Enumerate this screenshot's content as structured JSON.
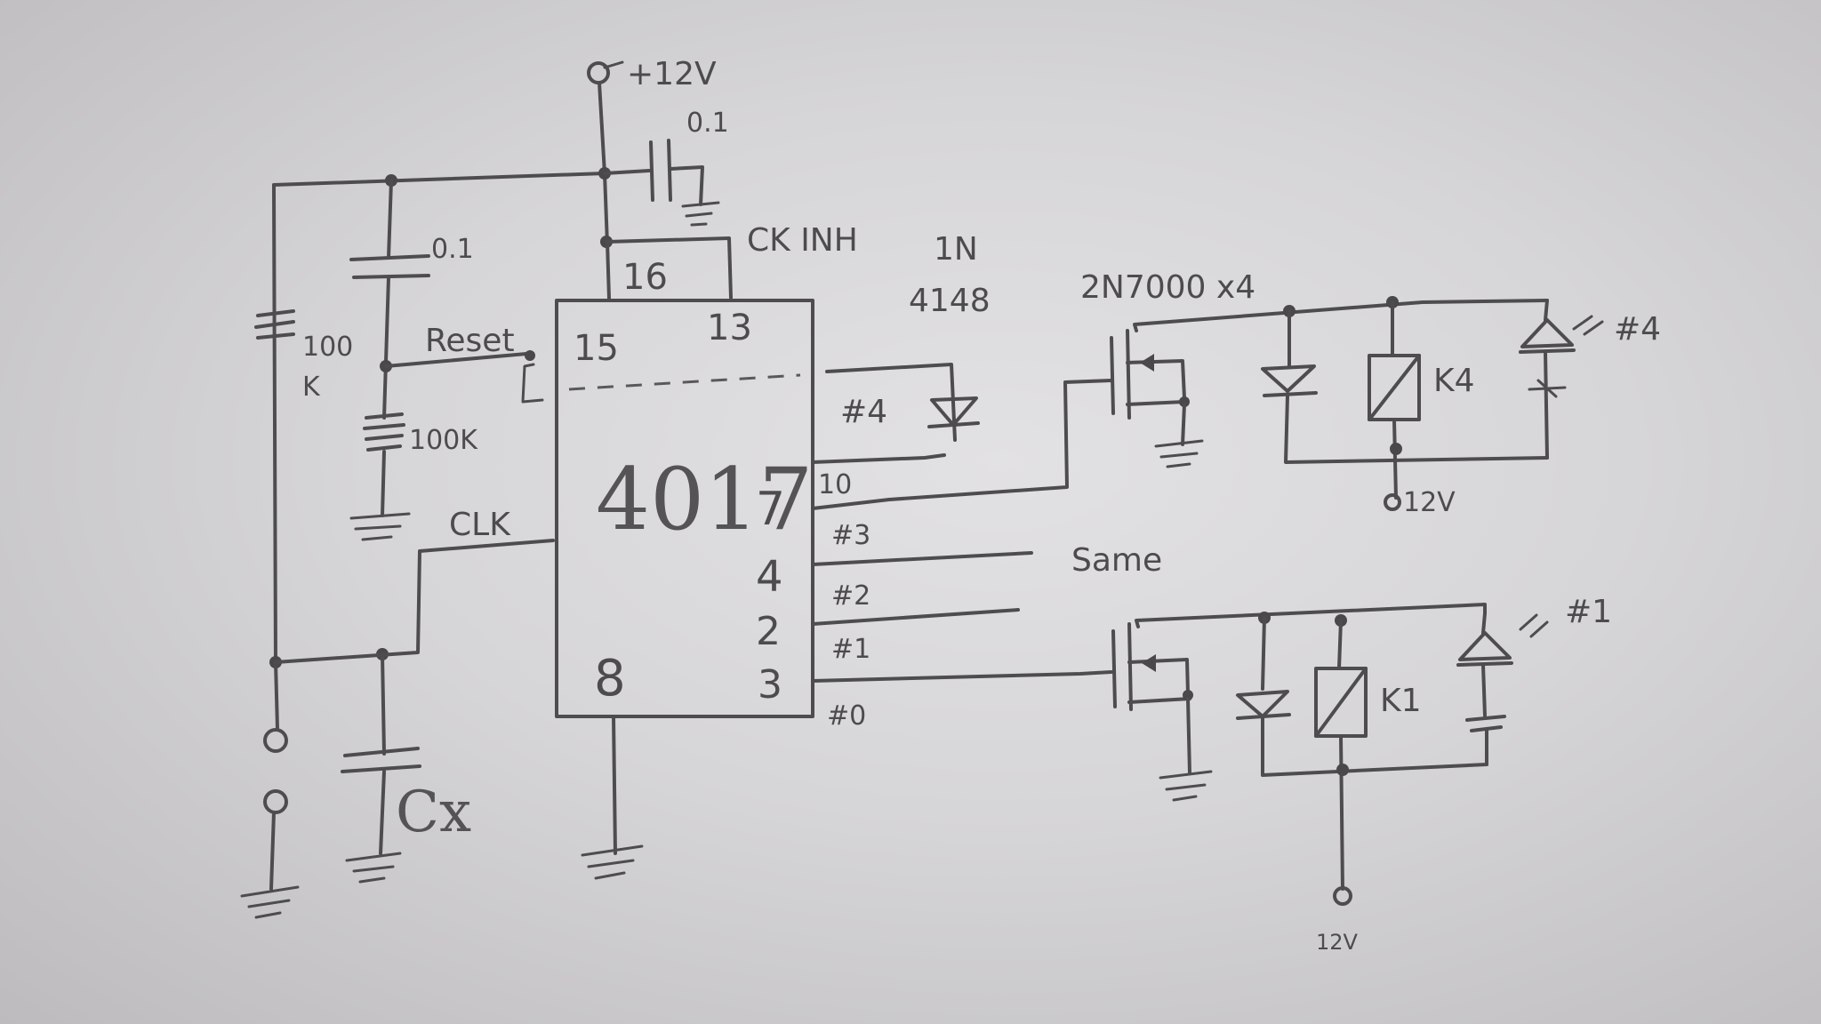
{
  "labels": {
    "supply": "+12V",
    "cap_top": "0.1",
    "cap_reset": "0.1",
    "res_100k": "100",
    "res_100k_unit": "K",
    "reset": "Reset",
    "res_reset": "100K",
    "clk": "CLK",
    "cx": "Cx",
    "ck_inh": "CK INH",
    "chip": "4017",
    "pin16": "16",
    "pin13": "13",
    "pin15": "15",
    "pin8": "8",
    "pin7": "7",
    "pin4": "4",
    "pin2": "2",
    "pin3": "3",
    "out10": "10",
    "out4": "#4",
    "out3": "#3",
    "out2": "#2",
    "out1": "#1",
    "out0": "#0",
    "diode_1n": "1N",
    "diode_4148": "4148",
    "mosfet": "2N7000 x4",
    "relay4": "K4",
    "relay1": "K1",
    "led4": "#4",
    "led1": "#1",
    "v12_a": "12V",
    "v12_b": "12V",
    "same": "Same"
  }
}
